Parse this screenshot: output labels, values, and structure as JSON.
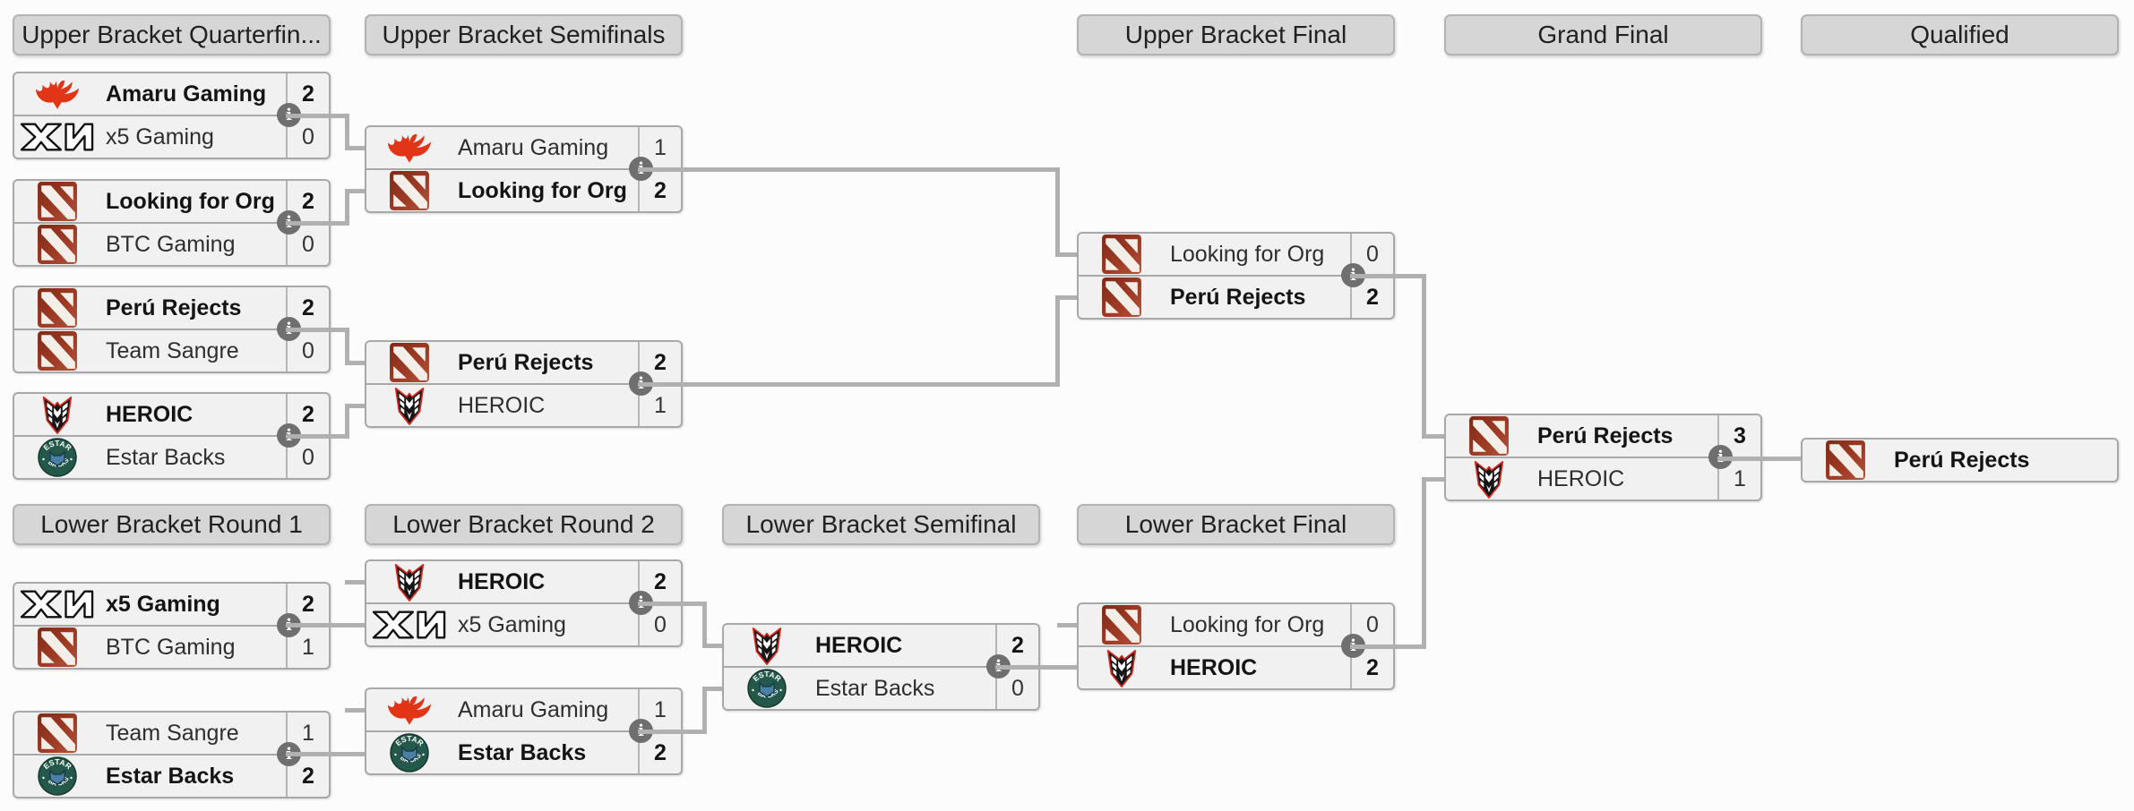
{
  "headers": {
    "upper": [
      {
        "label": "Upper Bracket Quarterfin..."
      },
      {
        "label": "Upper Bracket Semifinals"
      },
      {
        "label": "Upper Bracket Final"
      },
      {
        "label": "Grand Final"
      },
      {
        "label": "Qualified"
      }
    ],
    "lower": [
      {
        "label": "Lower Bracket Round 1"
      },
      {
        "label": "Lower Bracket Round 2"
      },
      {
        "label": "Lower Bracket Semifinal"
      },
      {
        "label": "Lower Bracket Final"
      }
    ]
  },
  "icons": {
    "info_glyph": "i"
  },
  "colors": {
    "page_background": "#fcfcfc",
    "header_background": "#d6d6d6",
    "box_background": "#f1f1f1",
    "box_border": "#a8a8a8",
    "connector_line": "#b0b0b0",
    "info_icon_background": "#6f6f6f",
    "winner_text": "#141414",
    "dota_logo_red": "#9e3723",
    "amaru_red": "#e23517",
    "heroic_outline_red": "#d5281b",
    "estar_green": "#24584a"
  },
  "teams": [
    {
      "name": "Amaru Gaming",
      "logo": "amaru-phoenix-logo"
    },
    {
      "name": "x5 Gaming",
      "logo": "x5-gaming-logo"
    },
    {
      "name": "Looking for Org",
      "logo": "dota2-placeholder-logo"
    },
    {
      "name": "BTC Gaming",
      "logo": "dota2-placeholder-logo"
    },
    {
      "name": "Perú Rejects",
      "logo": "dota2-placeholder-logo"
    },
    {
      "name": "Team Sangre",
      "logo": "dota2-placeholder-logo"
    },
    {
      "name": "HEROIC",
      "logo": "heroic-crest-logo"
    },
    {
      "name": "Estar Backs",
      "logo": "estar-backs-logo"
    }
  ],
  "matches": {
    "ub_qf1": {
      "top": {
        "name": "Amaru Gaming",
        "score": "2",
        "winner": true
      },
      "bottom": {
        "name": "x5 Gaming",
        "score": "0",
        "winner": false
      }
    },
    "ub_qf2": {
      "top": {
        "name": "Looking for Org",
        "score": "2",
        "winner": true
      },
      "bottom": {
        "name": "BTC Gaming",
        "score": "0",
        "winner": false
      }
    },
    "ub_qf3": {
      "top": {
        "name": "Perú Rejects",
        "score": "2",
        "winner": true
      },
      "bottom": {
        "name": "Team Sangre",
        "score": "0",
        "winner": false
      }
    },
    "ub_qf4": {
      "top": {
        "name": "HEROIC",
        "score": "2",
        "winner": true
      },
      "bottom": {
        "name": "Estar Backs",
        "score": "0",
        "winner": false
      }
    },
    "ub_sf1": {
      "top": {
        "name": "Amaru Gaming",
        "score": "1",
        "winner": false
      },
      "bottom": {
        "name": "Looking for Org",
        "score": "2",
        "winner": true
      }
    },
    "ub_sf2": {
      "top": {
        "name": "Perú Rejects",
        "score": "2",
        "winner": true
      },
      "bottom": {
        "name": "HEROIC",
        "score": "1",
        "winner": false
      }
    },
    "ub_final": {
      "top": {
        "name": "Looking for Org",
        "score": "0",
        "winner": false
      },
      "bottom": {
        "name": "Perú Rejects",
        "score": "2",
        "winner": true
      }
    },
    "grand_final": {
      "top": {
        "name": "Perú Rejects",
        "score": "3",
        "winner": true
      },
      "bottom": {
        "name": "HEROIC",
        "score": "1",
        "winner": false
      }
    },
    "lb_r1m1": {
      "top": {
        "name": "x5 Gaming",
        "score": "2",
        "winner": true
      },
      "bottom": {
        "name": "BTC Gaming",
        "score": "1",
        "winner": false
      }
    },
    "lb_r1m2": {
      "top": {
        "name": "Team Sangre",
        "score": "1",
        "winner": false
      },
      "bottom": {
        "name": "Estar Backs",
        "score": "2",
        "winner": true
      }
    },
    "lb_r2m1": {
      "top": {
        "name": "HEROIC",
        "score": "2",
        "winner": true
      },
      "bottom": {
        "name": "x5 Gaming",
        "score": "0",
        "winner": false
      }
    },
    "lb_r2m2": {
      "top": {
        "name": "Amaru Gaming",
        "score": "1",
        "winner": false
      },
      "bottom": {
        "name": "Estar Backs",
        "score": "2",
        "winner": true
      }
    },
    "lb_sf": {
      "top": {
        "name": "HEROIC",
        "score": "2",
        "winner": true
      },
      "bottom": {
        "name": "Estar Backs",
        "score": "0",
        "winner": false
      }
    },
    "lb_final": {
      "top": {
        "name": "Looking for Org",
        "score": "0",
        "winner": false
      },
      "bottom": {
        "name": "HEROIC",
        "score": "2",
        "winner": true
      }
    }
  },
  "qualified": {
    "name": "Perú Rejects"
  }
}
